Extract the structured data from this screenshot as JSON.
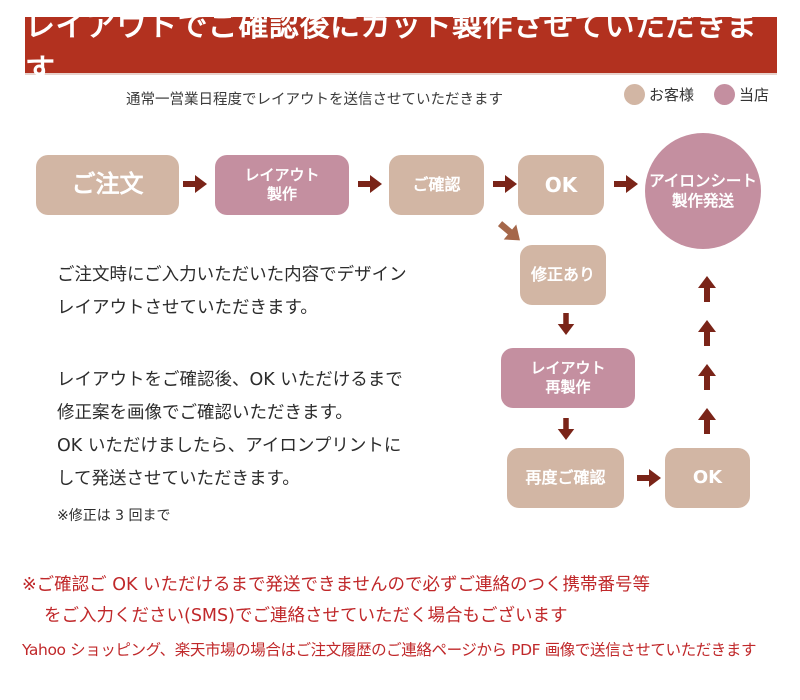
{
  "banner": {
    "title": "レイアウトでご確認後にカット製作させていただきます"
  },
  "subnote": "通常一営業日程度でレイアウトを送信させていただきます",
  "legend": [
    {
      "label": "お客様",
      "color": "#d2b6a4"
    },
    {
      "label": "当店",
      "color": "#c48fa0"
    }
  ],
  "flow": {
    "order": "ご注文",
    "layout_line1": "レイアウト",
    "layout_line2": "製作",
    "confirm": "ご確認",
    "ok": "OK",
    "ship_line1": "アイロンシート",
    "ship_line2": "製作発送",
    "revision": "修正あり",
    "relayout_line1": "レイアウト",
    "relayout_line2": "再製作",
    "reconfirm": "再度ご確認",
    "ok2": "OK"
  },
  "colors": {
    "customer": "#d2b6a4",
    "shop": "#c48fa0",
    "arrow": "#7a2418",
    "banner": "#b2311f",
    "notice": "#c0282a"
  },
  "description": {
    "p1_line1": "ご注文時にご入力いただいた内容でデザイン",
    "p1_line2": "レイアウトさせていただきます。",
    "p2_line1": "レイアウトをご確認後、OK いただけるまで",
    "p2_line2": "修正案を画像でご確認いただきます。",
    "p2_line3": "OK いただけましたら、アイロンプリントに",
    "p2_line4": "して発送させていただきます。",
    "note": "※修正は 3 回まで"
  },
  "notice": {
    "line1": "※ご確認ご OK いただけるまで発送できませんので必ずご連絡のつく携帯番号等",
    "line2": "をご入力ください(SMS)でご連絡させていただく場合もございます",
    "line3": "Yahoo ショッピング、楽天市場の場合はご注文履歴のご連絡ページから PDF 画像で送信させていただきます"
  }
}
